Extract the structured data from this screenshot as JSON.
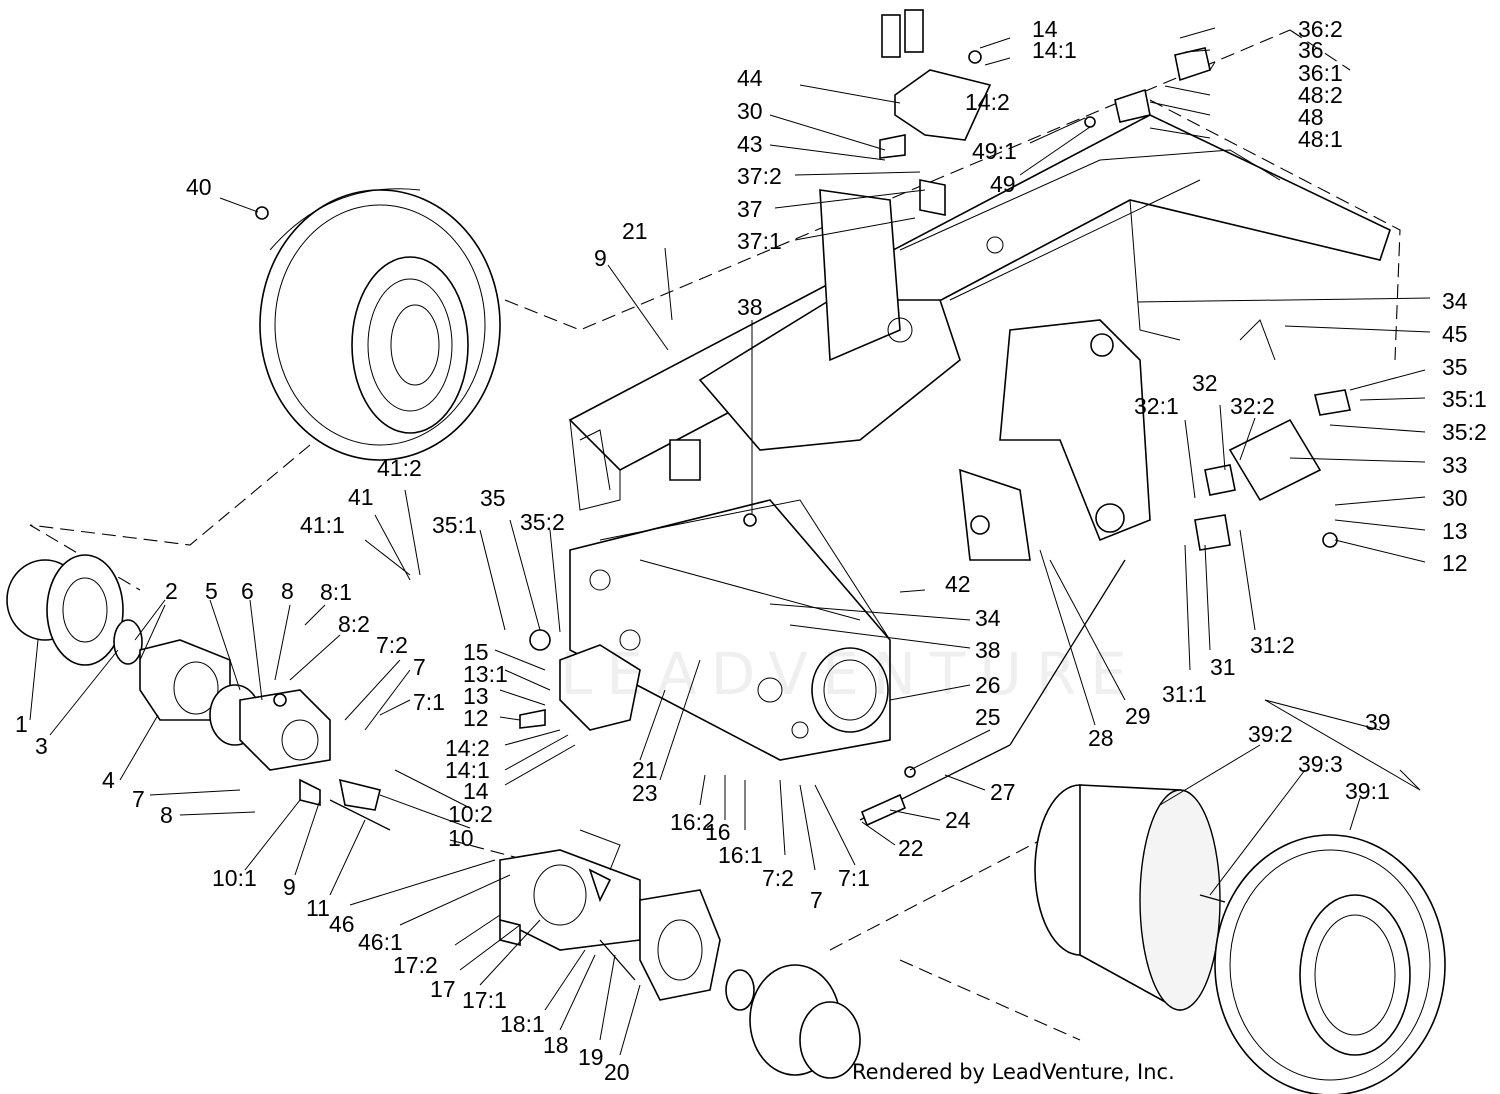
{
  "credit": "Rendered by LeadVenture, Inc.",
  "watermark": "LEADVENTURE",
  "callouts": [
    {
      "id": "c-14a",
      "text": "14"
    },
    {
      "id": "c-14-1a",
      "text": "14:1"
    },
    {
      "id": "c-14-2a",
      "text": "14:2"
    },
    {
      "id": "c-44",
      "text": "44"
    },
    {
      "id": "c-30a",
      "text": "30"
    },
    {
      "id": "c-43",
      "text": "43"
    },
    {
      "id": "c-37-2",
      "text": "37:2"
    },
    {
      "id": "c-37",
      "text": "37"
    },
    {
      "id": "c-37-1",
      "text": "37:1"
    },
    {
      "id": "c-36-2",
      "text": "36:2"
    },
    {
      "id": "c-36",
      "text": "36"
    },
    {
      "id": "c-36-1",
      "text": "36:1"
    },
    {
      "id": "c-48-2",
      "text": "48:2"
    },
    {
      "id": "c-48",
      "text": "48"
    },
    {
      "id": "c-48-1",
      "text": "48:1"
    },
    {
      "id": "c-49-1",
      "text": "49:1"
    },
    {
      "id": "c-49",
      "text": "49"
    },
    {
      "id": "c-40",
      "text": "40"
    },
    {
      "id": "c-21a",
      "text": "21"
    },
    {
      "id": "c-9a",
      "text": "9"
    },
    {
      "id": "c-38a",
      "text": "38"
    },
    {
      "id": "c-34a",
      "text": "34"
    },
    {
      "id": "c-45",
      "text": "45"
    },
    {
      "id": "c-35a",
      "text": "35"
    },
    {
      "id": "c-35-1a",
      "text": "35:1"
    },
    {
      "id": "c-35-2a",
      "text": "35:2"
    },
    {
      "id": "c-32-1",
      "text": "32:1"
    },
    {
      "id": "c-32",
      "text": "32"
    },
    {
      "id": "c-32-2",
      "text": "32:2"
    },
    {
      "id": "c-33",
      "text": "33"
    },
    {
      "id": "c-30b",
      "text": "30"
    },
    {
      "id": "c-13a",
      "text": "13"
    },
    {
      "id": "c-12a",
      "text": "12"
    },
    {
      "id": "c-41-2",
      "text": "41:2"
    },
    {
      "id": "c-41",
      "text": "41"
    },
    {
      "id": "c-41-1",
      "text": "41:1"
    },
    {
      "id": "c-35-1b",
      "text": "35:1"
    },
    {
      "id": "c-35b",
      "text": "35"
    },
    {
      "id": "c-35-2b",
      "text": "35:2"
    },
    {
      "id": "c-2",
      "text": "2"
    },
    {
      "id": "c-5",
      "text": "5"
    },
    {
      "id": "c-6",
      "text": "6"
    },
    {
      "id": "c-8a",
      "text": "8"
    },
    {
      "id": "c-8-1",
      "text": "8:1"
    },
    {
      "id": "c-8-2",
      "text": "8:2"
    },
    {
      "id": "c-7-2a",
      "text": "7:2"
    },
    {
      "id": "c-7a",
      "text": "7"
    },
    {
      "id": "c-7-1a",
      "text": "7:1"
    },
    {
      "id": "c-15",
      "text": "15"
    },
    {
      "id": "c-13-1",
      "text": "13:1"
    },
    {
      "id": "c-13b",
      "text": "13"
    },
    {
      "id": "c-12b",
      "text": "12"
    },
    {
      "id": "c-14-2b",
      "text": "14:2"
    },
    {
      "id": "c-14-1b",
      "text": "14:1"
    },
    {
      "id": "c-14b",
      "text": "14"
    },
    {
      "id": "c-21b",
      "text": "21"
    },
    {
      "id": "c-23",
      "text": "23"
    },
    {
      "id": "c-42",
      "text": "42"
    },
    {
      "id": "c-34b",
      "text": "34"
    },
    {
      "id": "c-38b",
      "text": "38"
    },
    {
      "id": "c-26",
      "text": "26"
    },
    {
      "id": "c-28",
      "text": "28"
    },
    {
      "id": "c-29",
      "text": "29"
    },
    {
      "id": "c-31-1",
      "text": "31:1"
    },
    {
      "id": "c-31",
      "text": "31"
    },
    {
      "id": "c-31-2",
      "text": "31:2"
    },
    {
      "id": "c-25",
      "text": "25"
    },
    {
      "id": "c-27",
      "text": "27"
    },
    {
      "id": "c-24",
      "text": "24"
    },
    {
      "id": "c-22",
      "text": "22"
    },
    {
      "id": "c-39",
      "text": "39"
    },
    {
      "id": "c-39-2",
      "text": "39:2"
    },
    {
      "id": "c-39-3",
      "text": "39:3"
    },
    {
      "id": "c-39-1",
      "text": "39:1"
    },
    {
      "id": "c-1",
      "text": "1"
    },
    {
      "id": "c-3",
      "text": "3"
    },
    {
      "id": "c-4",
      "text": "4"
    },
    {
      "id": "c-7b",
      "text": "7"
    },
    {
      "id": "c-8b",
      "text": "8"
    },
    {
      "id": "c-10-1",
      "text": "10:1"
    },
    {
      "id": "c-9b",
      "text": "9"
    },
    {
      "id": "c-11",
      "text": "11"
    },
    {
      "id": "c-10-2",
      "text": "10:2"
    },
    {
      "id": "c-10",
      "text": "10"
    },
    {
      "id": "c-16-2",
      "text": "16:2"
    },
    {
      "id": "c-16",
      "text": "16"
    },
    {
      "id": "c-16-1",
      "text": "16:1"
    },
    {
      "id": "c-7-2b",
      "text": "7:2"
    },
    {
      "id": "c-7c",
      "text": "7"
    },
    {
      "id": "c-7-1b",
      "text": "7:1"
    },
    {
      "id": "c-46",
      "text": "46"
    },
    {
      "id": "c-46-1",
      "text": "46:1"
    },
    {
      "id": "c-17-2",
      "text": "17:2"
    },
    {
      "id": "c-17",
      "text": "17"
    },
    {
      "id": "c-17-1",
      "text": "17:1"
    },
    {
      "id": "c-18-1",
      "text": "18:1"
    },
    {
      "id": "c-18",
      "text": "18"
    },
    {
      "id": "c-19",
      "text": "19"
    },
    {
      "id": "c-20",
      "text": "20"
    }
  ]
}
